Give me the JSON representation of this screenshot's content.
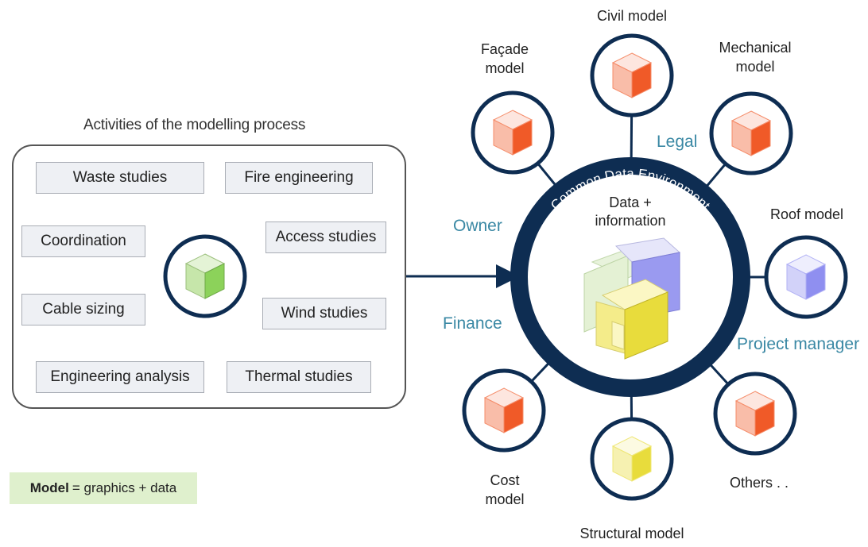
{
  "activities": {
    "title": "Activities of the modelling process",
    "items": [
      "Waste studies",
      "Fire engineering",
      "Coordination",
      "Access studies",
      "Cable sizing",
      "Wind studies",
      "Engineering analysis",
      "Thermal studies"
    ]
  },
  "cde": {
    "ring_label": "Common Data Environment",
    "center_line1": "Data +",
    "center_line2": "information"
  },
  "models": [
    {
      "line1": "Façade",
      "line2": "model",
      "color": "#f05a28"
    },
    {
      "line1": "Civil model",
      "line2": "",
      "color": "#f05a28"
    },
    {
      "line1": "Mechanical",
      "line2": "model",
      "color": "#f05a28"
    },
    {
      "line1": "Roof model",
      "line2": "",
      "color": "#8f8ff0"
    },
    {
      "line1": "Others . .",
      "line2": "",
      "color": "#f05a28"
    },
    {
      "line1": "Structural model",
      "line2": "",
      "color": "#e8dc3c"
    },
    {
      "line1": "Cost",
      "line2": "model",
      "color": "#f05a28"
    }
  ],
  "roles": [
    "Legal",
    "Owner",
    "Finance",
    "Project manager"
  ],
  "legend": {
    "bold": "Model",
    "rest": "= graphics + data"
  },
  "colors": {
    "ring": "#0e2d52",
    "role_text": "#3a88a4",
    "legend_bg": "#dff0cd",
    "hub_cube": "#8cd25a"
  }
}
